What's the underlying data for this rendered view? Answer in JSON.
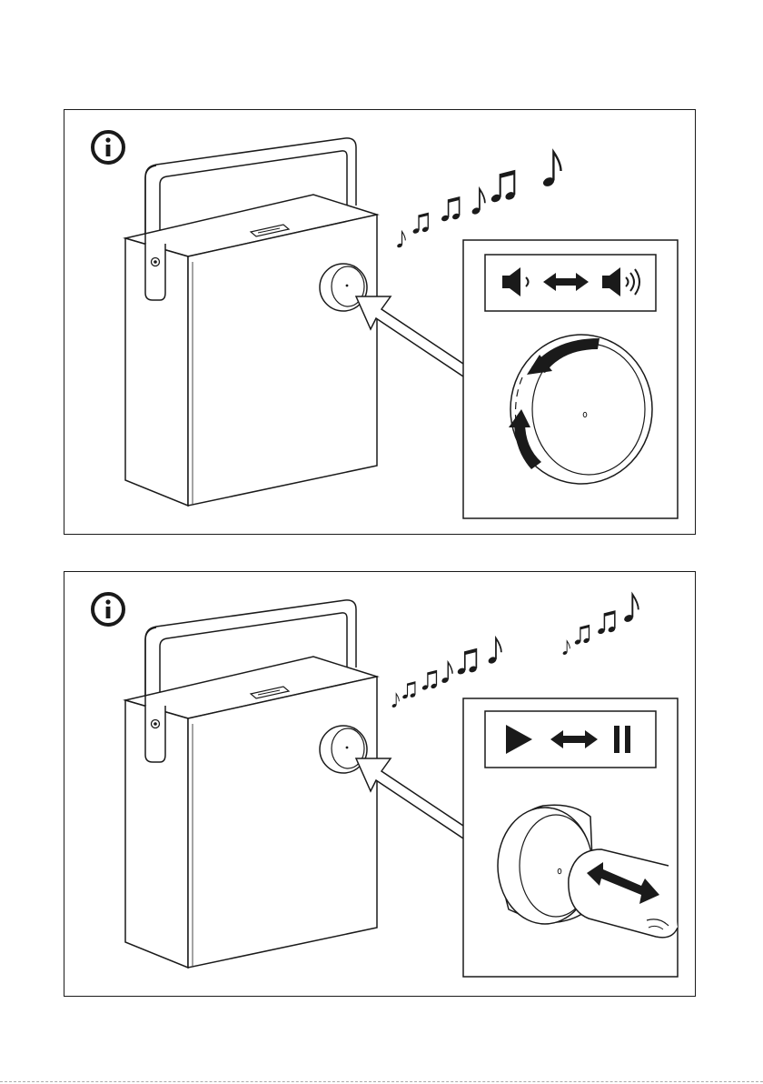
{
  "document": {
    "panels": [
      {
        "id": "volume-control",
        "info_icon": "info-icon",
        "control_icons": [
          "speaker-low-volume-icon",
          "double-arrow-icon",
          "speaker-high-volume-icon"
        ],
        "action": "rotate-knob"
      },
      {
        "id": "play-pause-control",
        "info_icon": "info-icon",
        "control_icons": [
          "play-icon",
          "double-arrow-icon",
          "pause-icon"
        ],
        "action": "press-knob"
      }
    ],
    "colors": {
      "line": "#1a1a1a",
      "fill": "#ffffff"
    }
  }
}
